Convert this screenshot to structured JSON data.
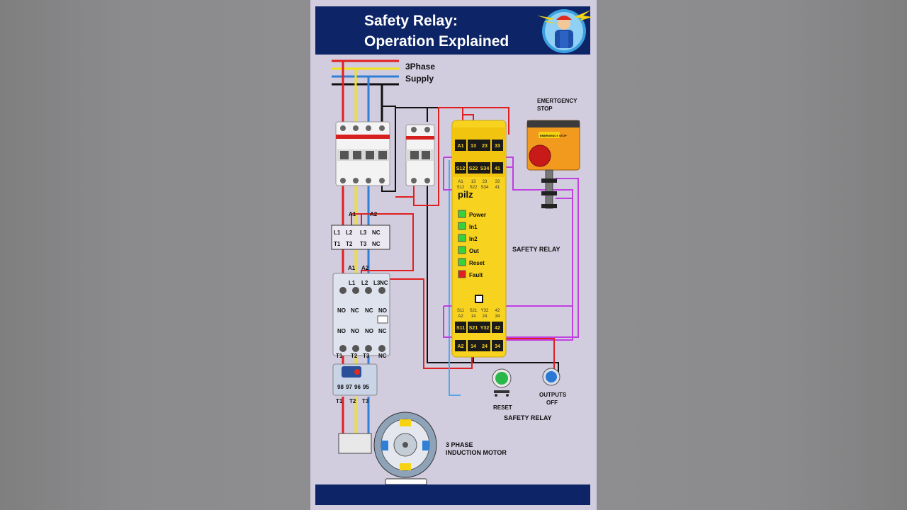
{
  "header": {
    "title_line1": "Safety Relay:",
    "title_line2": "Operation Explained"
  },
  "supply": {
    "line1": "3Phase",
    "line2": "Supply"
  },
  "estop": {
    "line1": "EMERTGENCY",
    "line2": "STOP",
    "cap_text": "EMERGENCY STOP"
  },
  "relay": {
    "label": "SAFETY RELAY",
    "brand": "pilz",
    "top_terminals_row1": [
      "A1",
      "13",
      "23",
      "33"
    ],
    "top_terminals_row2": [
      "S12",
      "S22",
      "S34",
      "41"
    ],
    "top_print_a": [
      "A1",
      "13",
      "23",
      "33"
    ],
    "top_print_b": [
      "S12",
      "S22",
      "S34",
      "41"
    ],
    "leds": [
      {
        "label": "Power",
        "color": "#39d13a"
      },
      {
        "label": "In1",
        "color": "#39d13a"
      },
      {
        "label": "In2",
        "color": "#39d13a"
      },
      {
        "label": "Out",
        "color": "#39d13a"
      },
      {
        "label": "Reset",
        "color": "#39d13a"
      },
      {
        "label": "Fault",
        "color": "#e02020"
      }
    ],
    "bottom_print_a": [
      "S11",
      "S21",
      "Y32",
      "42"
    ],
    "bottom_print_b": [
      "A2",
      "14",
      "24",
      "34"
    ],
    "bottom_terminals_row1": [
      "S11",
      "S21",
      "Y32",
      "42"
    ],
    "bottom_terminals_row2": [
      "A2",
      "14",
      "24",
      "34"
    ]
  },
  "overload": {
    "top": [
      "L1",
      "L2",
      "L3",
      "NC"
    ],
    "bottom": [
      "T1",
      "T2",
      "T3",
      "NC"
    ],
    "coil": [
      "A1",
      "A2"
    ]
  },
  "contactor": {
    "coil": [
      "A1",
      "A2"
    ],
    "top_terms": [
      "L1",
      "L2",
      "L3",
      "NC"
    ],
    "row_a": [
      "NO",
      "NC",
      "NC",
      "NO"
    ],
    "row_b": [
      "NO",
      "NO",
      "NO",
      "NC"
    ],
    "bottom_terms": [
      "T1",
      "T2",
      "T3",
      "NC"
    ]
  },
  "thermal": {
    "terms": [
      "98",
      "97",
      "96",
      "95"
    ],
    "outs": [
      "T1",
      "T2",
      "T3"
    ]
  },
  "buttons": {
    "reset_label": "RESET",
    "outputs_line1": "OUTPUTS",
    "outputs_line2": "OFF",
    "caption": "SAFETY RELAY"
  },
  "motor": {
    "line1": "3 PHASE",
    "line2": "INDUCTION MOTOR"
  },
  "colors": {
    "header_bg": "#0d2466",
    "panel_bg": "#d2ccdf",
    "phase_red": "#e02020",
    "phase_yellow": "#f2e21a",
    "phase_blue": "#2f7fd6",
    "neutral_black": "#111111",
    "control_magenta": "#c040e0",
    "relay_yellow": "#f7d21e"
  }
}
